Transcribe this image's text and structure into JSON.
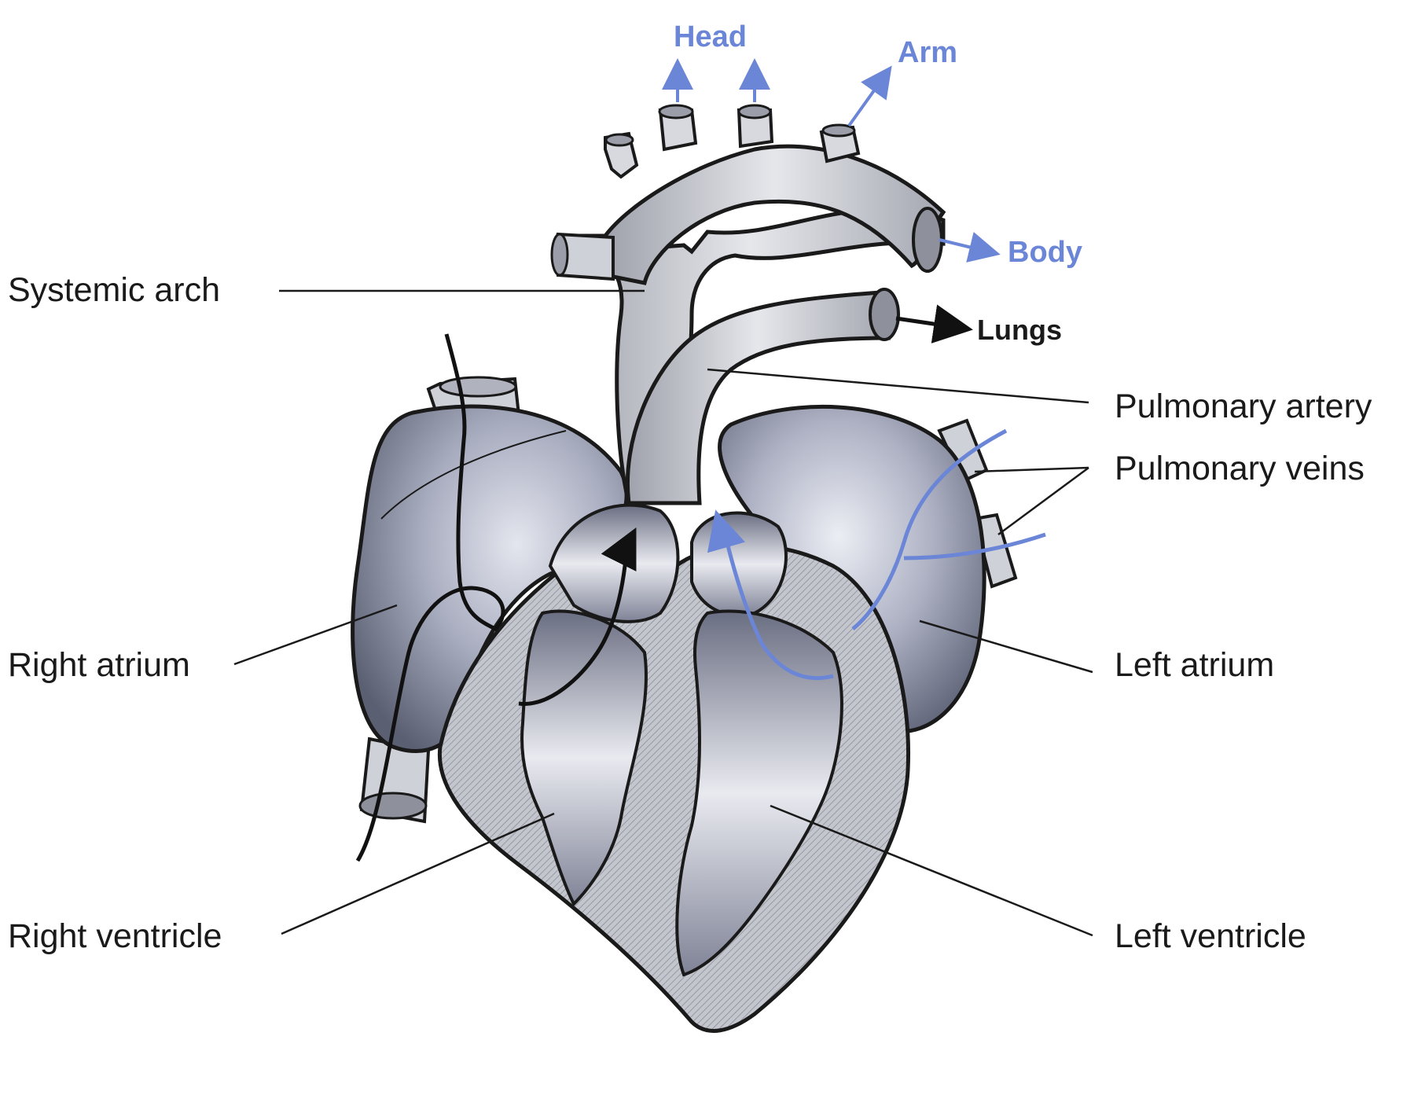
{
  "labels": {
    "head": "Head",
    "arm": "Arm",
    "body": "Body",
    "lungs": "Lungs",
    "systemic_arch": "Systemic arch",
    "pulmonary_artery": "Pulmonary artery",
    "pulmonary_veins": "Pulmonary veins",
    "right_atrium": "Right atrium",
    "left_atrium": "Left atrium",
    "right_ventricle": "Right ventricle",
    "left_ventricle": "Left ventricle"
  },
  "colors": {
    "blood_flow_systemic": "#6b86d6",
    "blood_flow_pulmonary": "#111111",
    "atrium_fill": "#9ea3b8",
    "ventricle_fill": "#b9bcc7",
    "vessel_fill": "#d6d7dc",
    "outline": "#1a1a1a"
  }
}
